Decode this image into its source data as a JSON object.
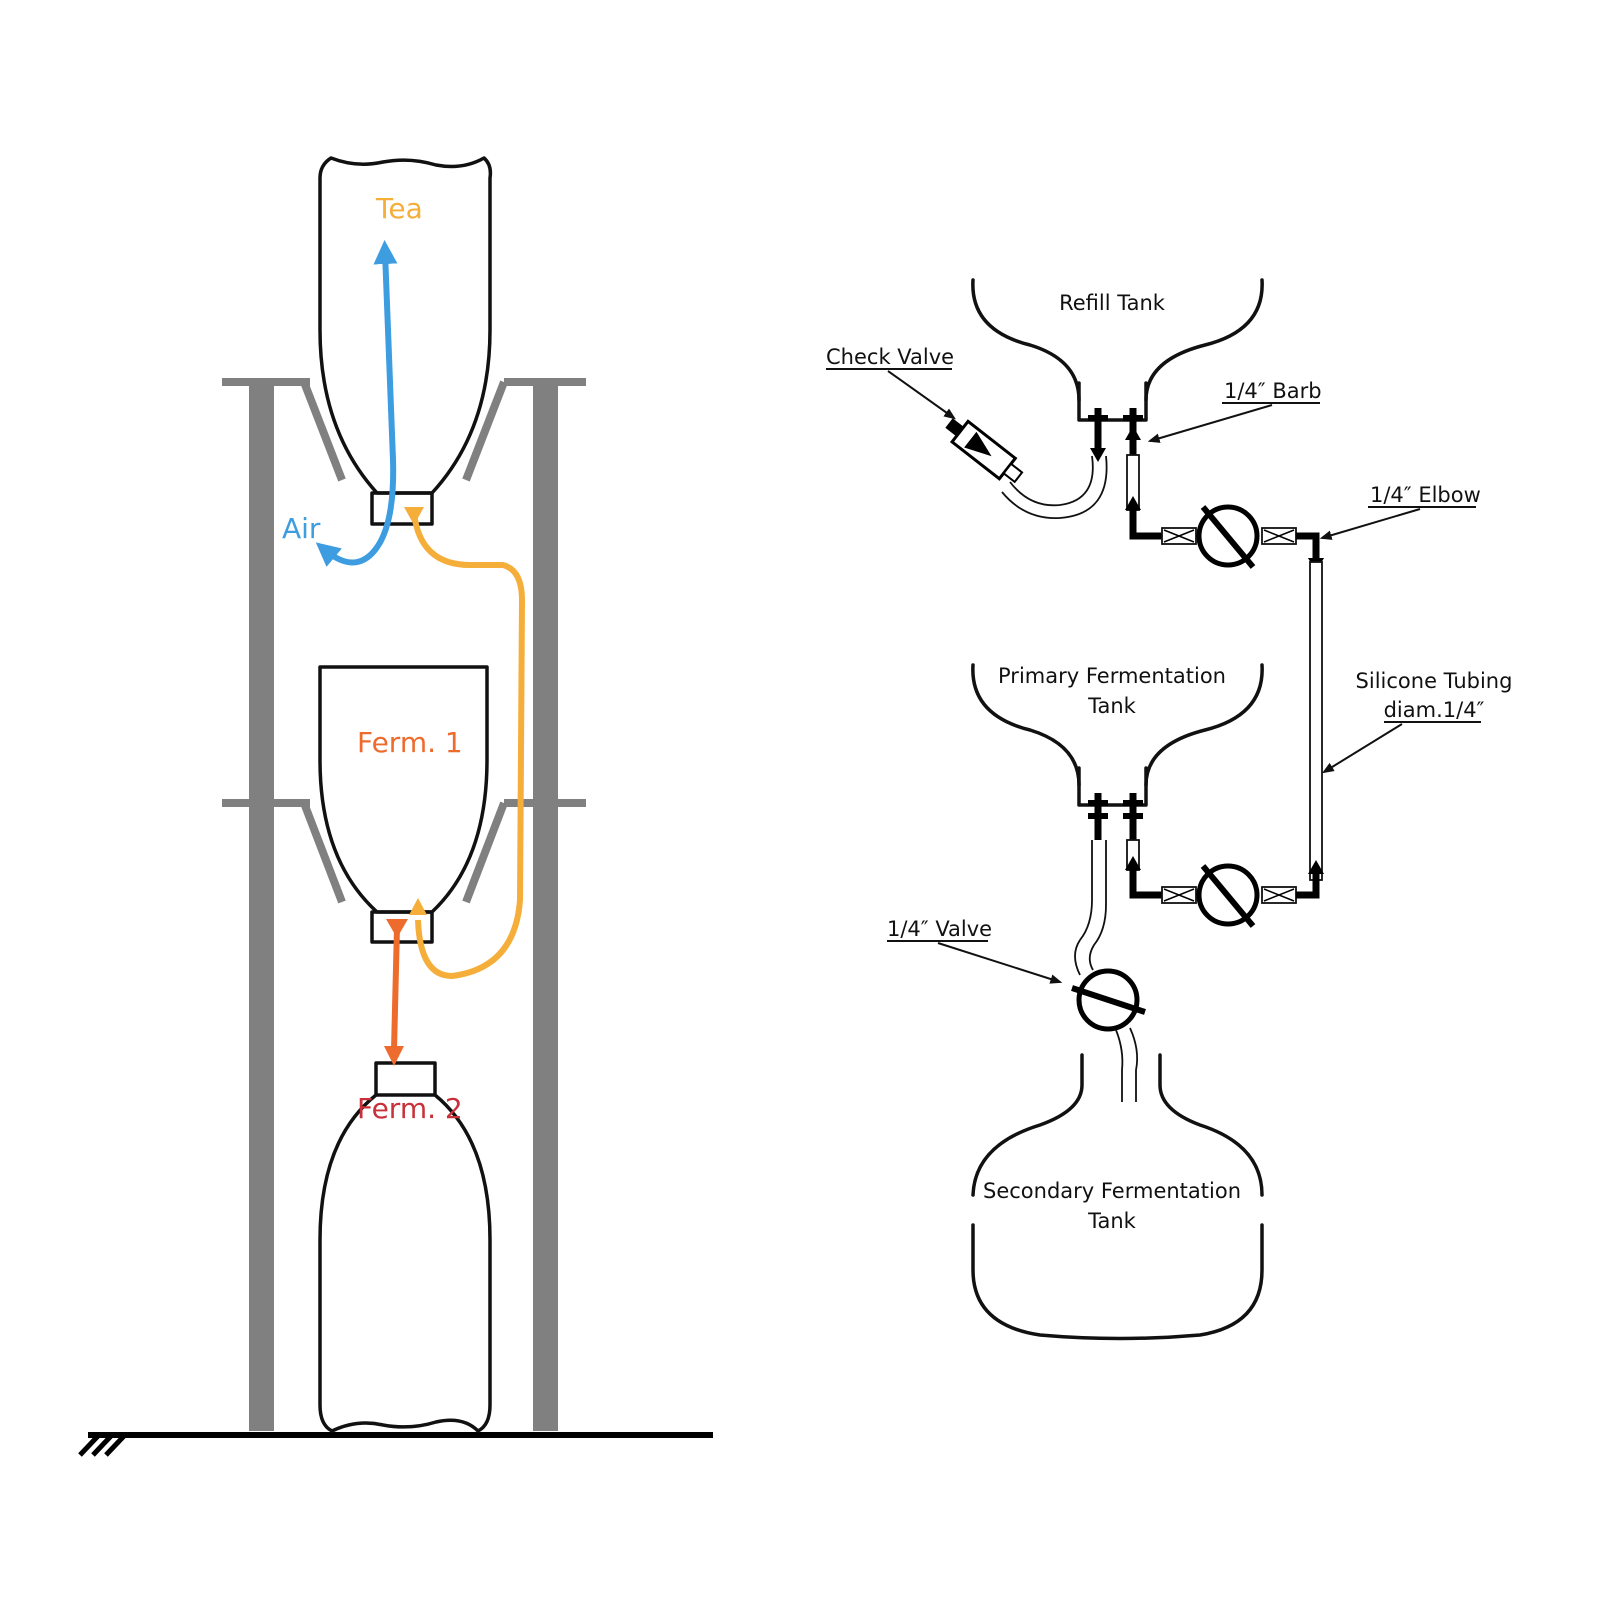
{
  "colors": {
    "tea": "#F5AE3A",
    "air": "#3D9DE0",
    "ferm1": "#EE6B2E",
    "ferm2": "#C8303A",
    "frame": "#808080",
    "ink": "#111111"
  },
  "left_diagram": {
    "labels": {
      "tea": "Tea",
      "air": "Air",
      "ferm1": "Ferm. 1",
      "ferm2": "Ferm. 2"
    }
  },
  "right_diagram": {
    "labels": {
      "refill_tank": "Refill Tank",
      "check_valve": "Check Valve",
      "barb": "1/4″ Barb",
      "elbow": "1/4″ Elbow",
      "primary_line1": "Primary Fermentation",
      "primary_line2": "Tank",
      "silicone_line1": "Silicone Tubing",
      "silicone_line2": "diam.1/4″",
      "valve": "1/4″ Valve",
      "secondary_line1": "Secondary Fermentation",
      "secondary_line2": "Tank"
    }
  }
}
